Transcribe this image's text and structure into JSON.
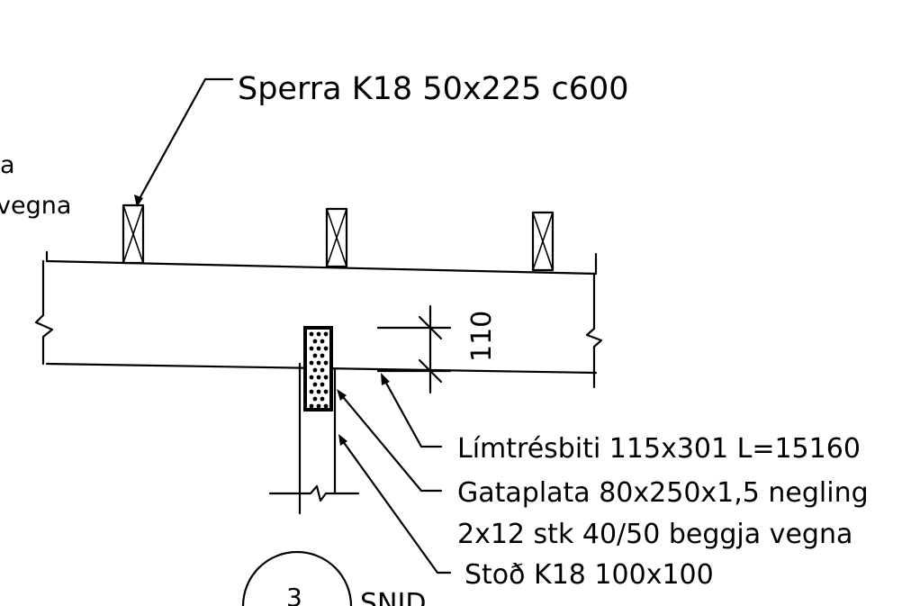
{
  "labels": {
    "rafter": "Sperra K18 50x225 c600",
    "left_partial_1": "a",
    "left_partial_2": "vegna",
    "dimension": "110",
    "beam": "Límtrésbiti 115x301 L=15160",
    "plate_line1": "Gataplata 80x250x1,5 negling",
    "plate_line2": "2x12 stk 40/50 beggja vegna",
    "post": "Stoð K18 100x100",
    "section_number": "3",
    "section_title": "SNID"
  },
  "colors": {
    "line": "#000000",
    "background": "#ffffff"
  }
}
